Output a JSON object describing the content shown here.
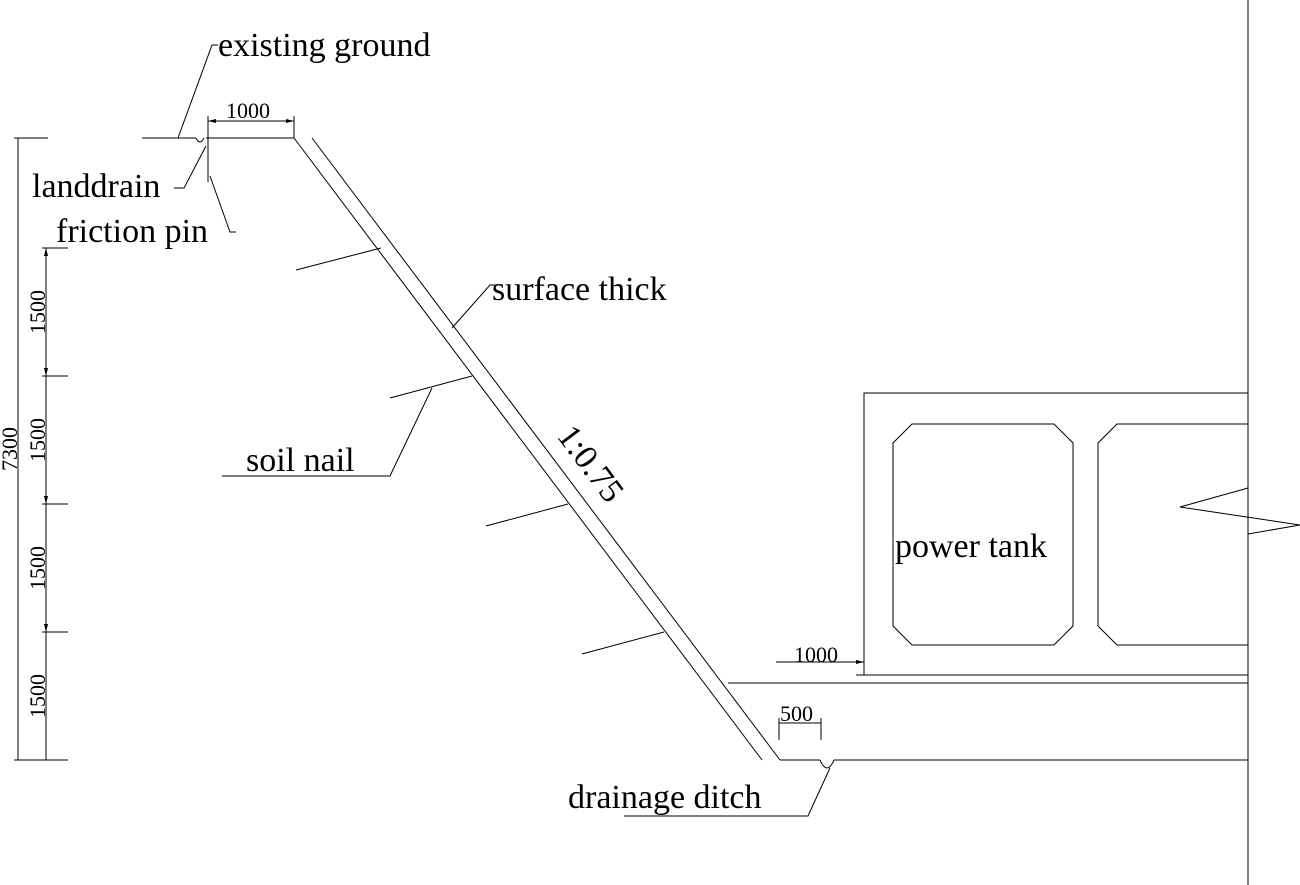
{
  "labels": {
    "existing_ground": "existing ground",
    "landdrain": "landdrain",
    "friction_pin": "friction pin",
    "surface_thick": "surface thick",
    "soil_nail": "soil nail",
    "slope_ratio": "1:0.75",
    "power_tank": "power tank",
    "drainage_ditch": "drainage ditch"
  },
  "dimensions": {
    "top_berm": "1000",
    "total_height": "7300",
    "segment_1": "1500",
    "segment_2": "1500",
    "segment_3": "1500",
    "segment_4": "1500",
    "tank_offset": "1000",
    "ditch_offset": "500"
  }
}
